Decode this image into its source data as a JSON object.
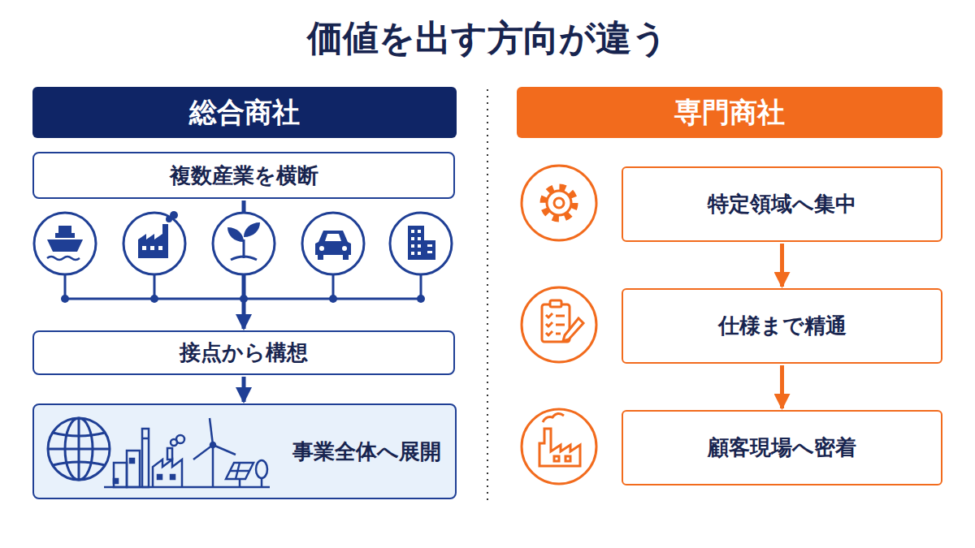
{
  "diagram": {
    "title": "価値を出す方向が違う",
    "nodes": [
      {
        "text": [
          "総合商社"
        ]
      },
      {
        "text": [
          "複数産業を横断"
        ]
      },
      {
        "text": [
          "接点から構想"
        ]
      },
      {
        "text": [
          "事業全体へ展開"
        ]
      },
      {
        "text": [
          "専門商社"
        ]
      },
      {
        "text": [
          "特定領域へ集中"
        ]
      },
      {
        "text": [
          "仕様まで精通"
        ]
      },
      {
        "text": [
          "顧客現場へ密着"
        ]
      }
    ],
    "edges": [
      {
        "from": 1,
        "to": 2,
        "arrow": "to"
      },
      {
        "from": 2,
        "to": 3,
        "arrow": "to"
      },
      {
        "from": 5,
        "to": 6,
        "arrow": "to"
      },
      {
        "from": 6,
        "to": 7,
        "arrow": "to"
      }
    ]
  }
}
